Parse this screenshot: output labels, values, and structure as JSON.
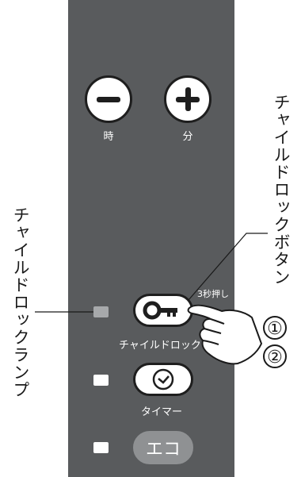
{
  "buttons": {
    "hour_label": "時",
    "minute_label": "分",
    "child_lock_label": "チャイルドロック",
    "timer_label": "タイマー",
    "eco_label": "エコ"
  },
  "annotations": {
    "hold_hint": "3秒押し",
    "child_lock_button_callout": "チャイルドロックボタン",
    "child_lock_lamp_callout": "チャイルドロックランプ",
    "step_1": "①",
    "step_2": "②"
  },
  "colors": {
    "panel": "#595b5d",
    "lamp_off": "#a7a9ab",
    "lamp_white": "#ffffff",
    "eco_button": "#8f9193"
  },
  "icons": [
    "minus-icon",
    "plus-icon",
    "key-icon",
    "clock-icon",
    "pointing-hand-icon"
  ]
}
